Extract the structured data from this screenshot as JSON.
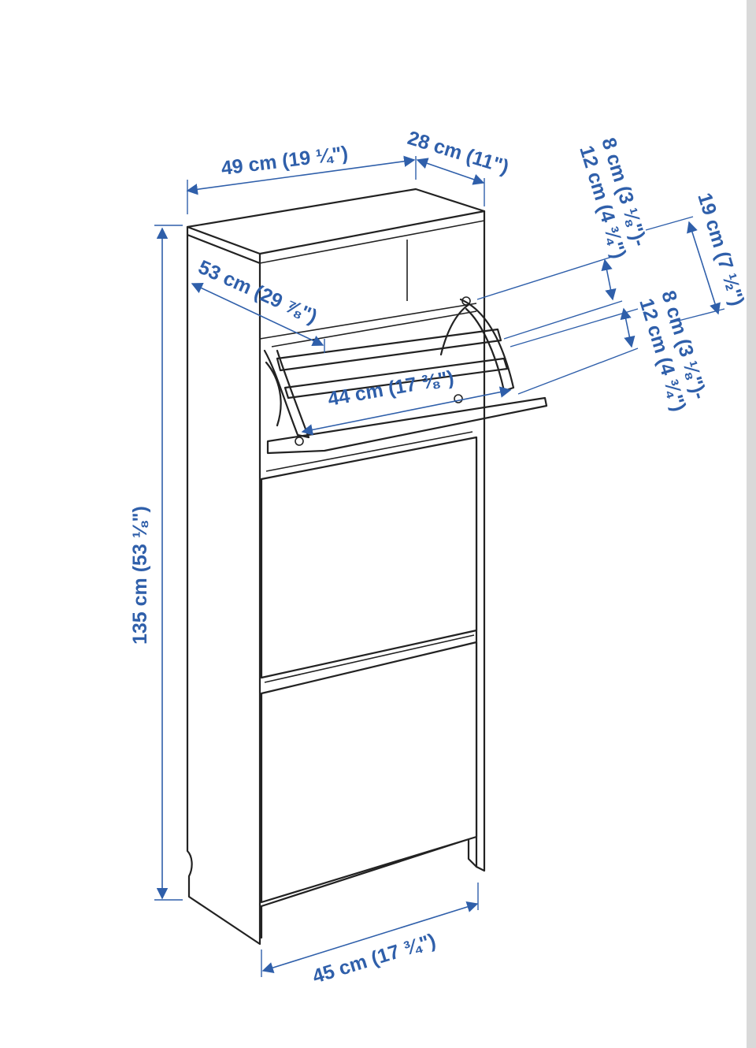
{
  "colors": {
    "dimension": "#2f5faa",
    "line": "#222222",
    "background": "#ffffff"
  },
  "dimensions": {
    "width_top": "49 cm (19 ¼\")",
    "depth": "28 cm (11\")",
    "drawer_depth": "53 cm (29 ⅞\")",
    "inner_width": "44 cm (17 ⅜\")",
    "height": "135 cm (53 ⅛\")",
    "width_bottom": "45 cm (17 ¾\")",
    "shoe_height_a_line1": "8 cm (3 ⅛\")-",
    "shoe_height_a_line2": "12 cm (4 ¾\")",
    "shoe_height_b_line1": "8 cm (3 ⅛\")-",
    "shoe_height_b_line2": "12 cm (4 ¾\")",
    "compartment_height": "19 cm (7 ½\")"
  }
}
